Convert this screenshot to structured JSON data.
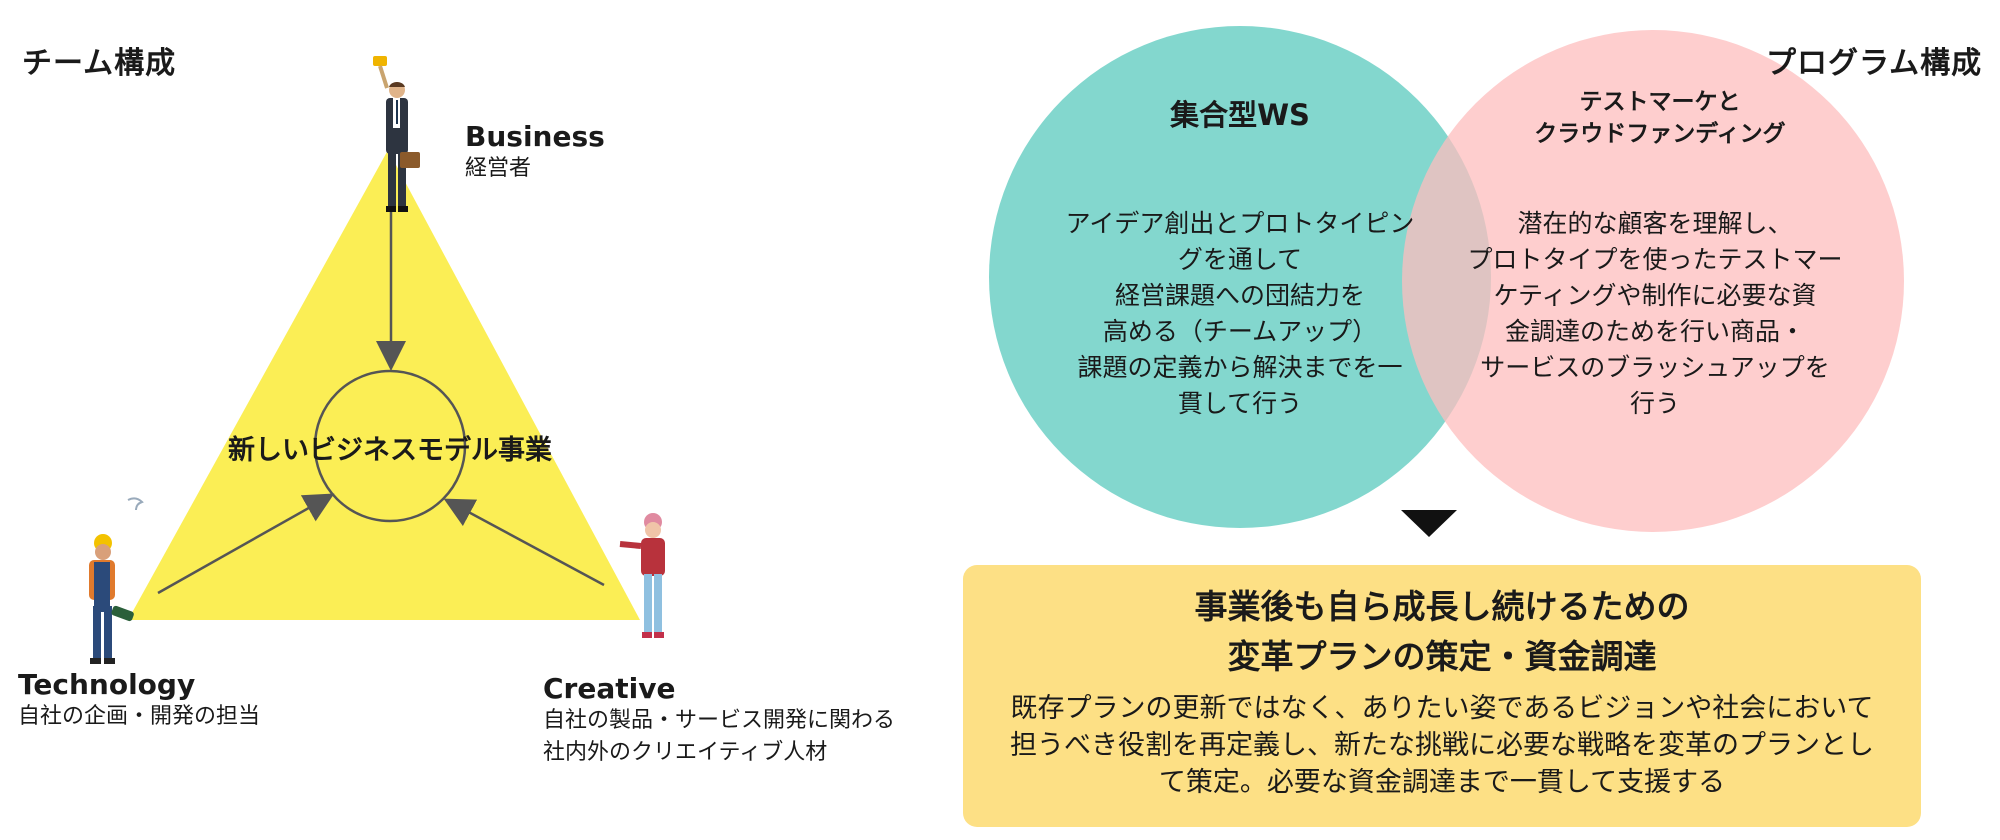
{
  "left": {
    "title": "チーム構成",
    "center_label": "新しいビジネスモデル事業",
    "business": {
      "name": "Business",
      "desc": "経営者"
    },
    "technology": {
      "name": "Technology",
      "desc": "自社の企画・開発の担当"
    },
    "creative": {
      "name": "Creative",
      "desc_line1": "自社の製品・サービス開発に関わる",
      "desc_line2": "社内外のクリエイティブ人材"
    }
  },
  "right": {
    "title": "プログラム構成",
    "circle_left": {
      "title": "集合型WS",
      "lines": [
        "アイデア創出とプロトタイピン",
        "グを通して",
        "経営課題への団結力を",
        "高める（チームアップ）",
        "課題の定義から解決までを一",
        "貫して行う"
      ]
    },
    "circle_right": {
      "title_line1": "テストマーケと",
      "title_line2": "クラウドファンディング",
      "lines": [
        "潜在的な顧客を理解し、",
        "プロトタイプを使ったテストマー",
        "ケティングや制作に必要な資",
        "金調達のためを行い商品・",
        "サービスのブラッシュアップを",
        "行う"
      ]
    },
    "result": {
      "title_line1": "事業後も自ら成長し続けるための",
      "title_line2": "変革プランの策定・資金調達",
      "body_lines": [
        "既存プランの更新ではなく、ありたい姿であるビジョンや社会において",
        "担うべき役割を再定義し、新たな挑戦に必要な戦略を変革のプランとし",
        "て策定。必要な資金調達まで一貫して支援する"
      ]
    }
  },
  "colors": {
    "triangle": "#fbee55",
    "circle_left": "#6dd0c6",
    "circle_right": "#fdbdbd",
    "result_box": "#fde085",
    "arrow": "#555555"
  }
}
